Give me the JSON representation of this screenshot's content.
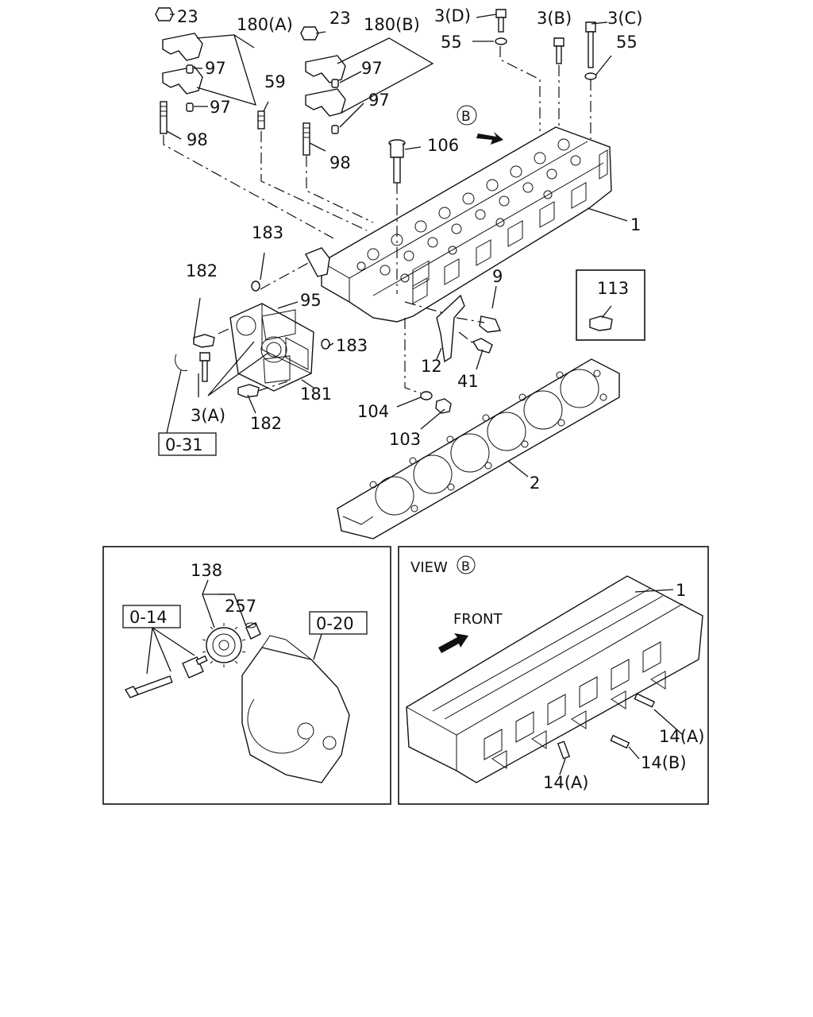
{
  "labels": {
    "l23a": "23",
    "l180a": "180(A)",
    "l97a": "97",
    "l97b": "97",
    "l98a": "98",
    "l59": "59",
    "l23b": "23",
    "l180b": "180(B)",
    "l97c": "97",
    "l97d": "97",
    "l98b": "98",
    "l3d": "3(D)",
    "l55a": "55",
    "l3b": "3(B)",
    "l3c": "3(C)",
    "l55b": "55",
    "lB": "B",
    "l106": "106",
    "l1": "1",
    "l183a": "183",
    "l182a": "182",
    "l95": "95",
    "l9": "9",
    "l113": "113",
    "l183b": "183",
    "l12": "12",
    "l41": "41",
    "l3a": "3(A)",
    "l181": "181",
    "l182b": "182",
    "l104": "104",
    "l103": "103",
    "l2": "2",
    "ref031": "0-31",
    "l138": "138",
    "l257": "257",
    "ref014": "0-14",
    "ref020": "0-20",
    "view": "VIEW",
    "viewB": "B",
    "l1b": "1",
    "front": "FRONT",
    "l14a1": "14(A)",
    "l14b": "14(B)",
    "l14a2": "14(A)"
  }
}
